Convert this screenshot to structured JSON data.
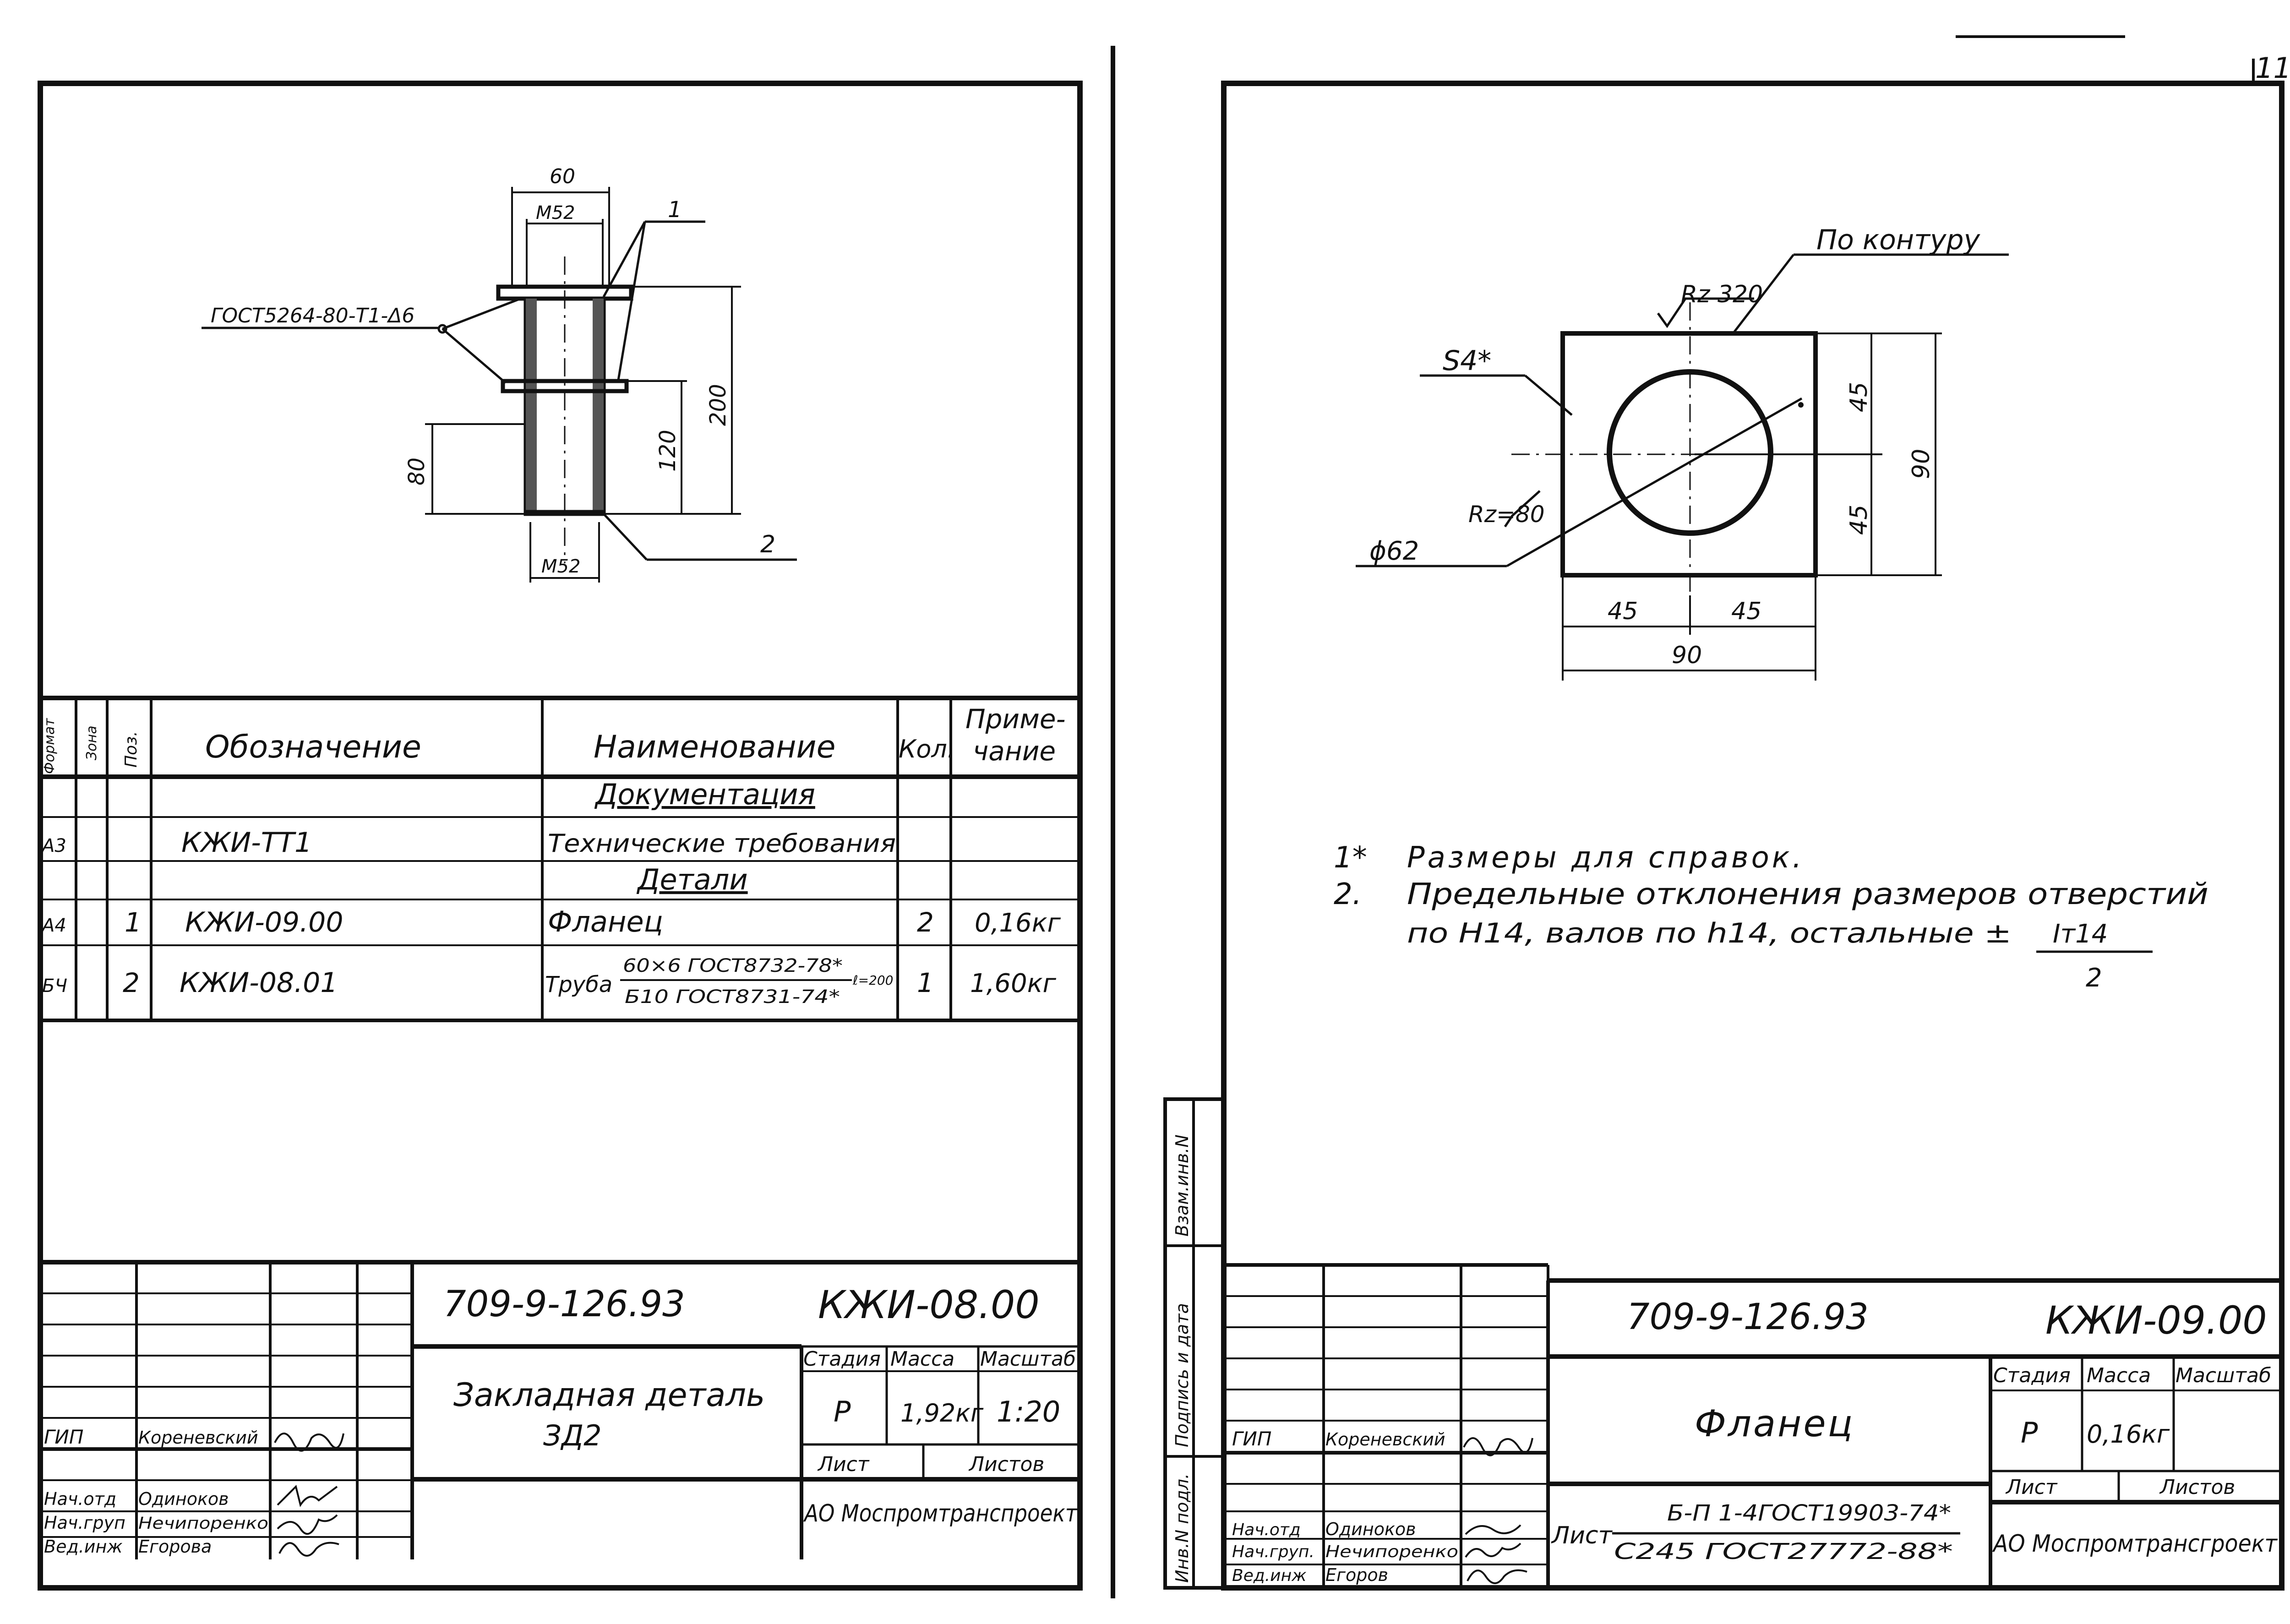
{
  "page_number": "11",
  "sheet1": {
    "drawing": {
      "dim_width_top": "60",
      "dim_thread_top": "M52",
      "dim_thread_bottom": "M52",
      "dim_height_total": "200",
      "dim_height_mid": "120",
      "dim_height_low": "80",
      "weld_note": "ГОСТ5264-80-Т1-Δ6",
      "pos_1": "1",
      "pos_2": "2"
    },
    "spec": {
      "headers": {
        "format": "Формат",
        "zone": "Зона",
        "pos": "Поз.",
        "designation": "Обозначение",
        "name": "Наименование",
        "qty": "Кол.",
        "note_l1": "Приме-",
        "note_l2": "чание"
      },
      "section_docs": "Документация",
      "section_parts": "Детали",
      "rows": [
        {
          "format": "А3",
          "pos": "",
          "designation": "КЖИ-ТТ1",
          "name": "Технические требования",
          "qty": "",
          "note": ""
        },
        {
          "format": "А4",
          "pos": "1",
          "designation": "КЖИ-09.00",
          "name": "Фланец",
          "qty": "2",
          "note": "0,16кг"
        },
        {
          "format": "БЧ",
          "pos": "2",
          "designation": "КЖИ-08.01",
          "name": "",
          "qty": "1",
          "note": "1,60кг"
        }
      ],
      "pipe": {
        "label": "Труба",
        "numerator": "60×6 ГОСТ8732-78*",
        "denominator": "Б10 ГОСТ8731-74*",
        "suffix": "ℓ=200"
      }
    },
    "title_block": {
      "doc_code": "709-9-126.93",
      "designation": "КЖИ-08.00",
      "title_l1": "Закладная деталь",
      "title_l2": "ЗД2",
      "stage_label": "Стадия",
      "mass_label": "Масса",
      "scale_label": "Масштаб",
      "stage": "Р",
      "mass": "1,92кг",
      "scale": "1:20",
      "sheet_label": "Лист",
      "sheets_label": "Листов",
      "org": "АО Моспромтранспроект",
      "roles": [
        "ГИП",
        "Нач.отд",
        "Нач.груп",
        "Вед.инж"
      ],
      "names": [
        "Кореневский",
        "Одиноков",
        "Нечипоренко",
        "Егорова"
      ]
    }
  },
  "sheet2": {
    "drawing": {
      "contour_note": "По контуру",
      "roughness_top": "Rz 320",
      "thickness": "S4*",
      "roughness_hole": "Rz=80",
      "hole_dia": "ϕ62",
      "dim_45_a": "45",
      "dim_45_b": "45",
      "dim_90_v": "90",
      "dim_45_c": "45",
      "dim_45_d": "45",
      "dim_90_h": "90"
    },
    "notes": {
      "n1_num": "1*",
      "n1": "Размеры для справок.",
      "n2_num": "2.",
      "n2_l1": "Предельные отклонения размеров отверстий",
      "n2_l2": "по Н14, валов по h14, остальные ±",
      "frac_num": "Iт14",
      "frac_den": "2"
    },
    "side_stamp": {
      "inv_no": "Инв.N подл.",
      "sign_date": "Подпись и дата",
      "replace": "Взам.инв.N"
    },
    "title_block": {
      "doc_code": "709-9-126.93",
      "designation": "КЖИ-09.00",
      "title": "Фланец",
      "stage_label": "Стадия",
      "mass_label": "Масса",
      "scale_label": "Масштаб",
      "stage": "Р",
      "mass": "0,16кг",
      "sheet_label": "Лист",
      "sheets_label": "Листов",
      "material_label": "Лист",
      "material_num": "Б-П 1-4ГОСТ19903-74*",
      "material_den": "С245 ГОСТ27772-88*",
      "org": "АО Моспромтрансгроект",
      "roles": [
        "ГИП",
        "Нач.отд",
        "Нач.груп.",
        "Вед.инж"
      ],
      "names": [
        "Кореневский",
        "Одиноков",
        "Нечипоренко",
        "Егоров"
      ]
    }
  }
}
